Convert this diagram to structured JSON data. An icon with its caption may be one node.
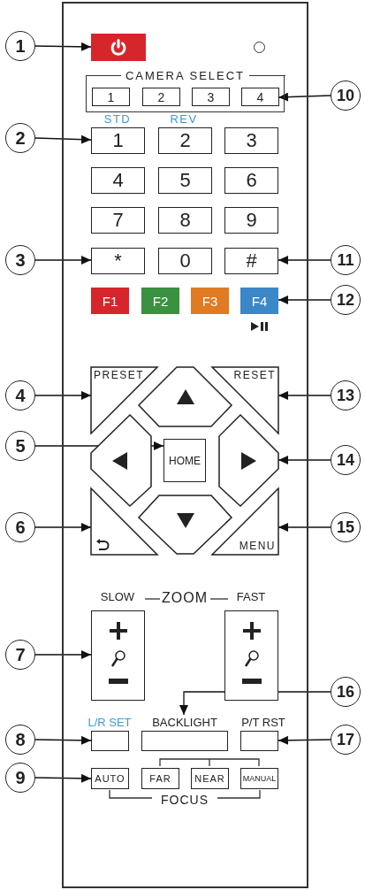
{
  "diagram": {
    "nodes": [
      {
        "text": [
          "1"
        ]
      },
      {
        "text": [
          "2"
        ]
      },
      {
        "text": [
          "3"
        ]
      },
      {
        "text": [
          "4"
        ]
      },
      {
        "text": [
          "5"
        ]
      },
      {
        "text": [
          "6"
        ]
      },
      {
        "text": [
          "7"
        ]
      },
      {
        "text": [
          "8"
        ]
      },
      {
        "text": [
          "9"
        ]
      },
      {
        "text": [
          "10"
        ]
      },
      {
        "text": [
          "11"
        ]
      },
      {
        "text": [
          "12"
        ]
      },
      {
        "text": [
          "13"
        ]
      },
      {
        "text": [
          "14"
        ]
      },
      {
        "text": [
          "15"
        ]
      },
      {
        "text": [
          "16"
        ]
      },
      {
        "text": [
          "17"
        ]
      },
      {
        "text": [],
        "shape": "box"
      },
      {
        "text": [
          "CAMERA SELECT"
        ]
      },
      {
        "text": [
          "1"
        ],
        "in": 18
      },
      {
        "text": [
          "2"
        ],
        "in": 18
      },
      {
        "text": [
          "3"
        ],
        "in": 18
      },
      {
        "text": [
          "4"
        ],
        "in": 18
      },
      {
        "text": [
          "1"
        ],
        "beside": [
          "STD"
        ]
      },
      {
        "text": [
          "2"
        ],
        "beside": [
          "REV"
        ]
      },
      {
        "text": [
          "3"
        ]
      },
      {
        "text": [
          "4"
        ]
      },
      {
        "text": [
          "5"
        ]
      },
      {
        "text": [
          "6"
        ]
      },
      {
        "text": [
          "7"
        ]
      },
      {
        "text": [
          "8"
        ]
      },
      {
        "text": [
          "9"
        ]
      },
      {
        "text": [
          "*"
        ]
      },
      {
        "text": [
          "0"
        ]
      },
      {
        "text": [
          "#"
        ]
      },
      {
        "text": [
          "F1"
        ]
      },
      {
        "text": [
          "F2"
        ]
      },
      {
        "text": [
          "F3"
        ]
      },
      {
        "text": [
          "F4"
        ]
      },
      {
        "text": [
          "PRESET"
        ]
      },
      {
        "text": [],
        "shape": "hexagon"
      },
      {
        "text": [
          "RESET"
        ]
      },
      {
        "text": [],
        "shape": "hexagon"
      },
      {
        "text": [
          "HOME"
        ]
      },
      {
        "text": [],
        "shape": "hexagon"
      },
      {
        "text": [],
        "shape": "triangle"
      },
      {
        "text": [],
        "shape": "hexagon"
      },
      {
        "text": [
          "MENU"
        ]
      },
      {
        "text": [],
        "shape": "box",
        "beside": [
          "SLOW"
        ]
      },
      {
        "text": [],
        "shape": "box",
        "beside": [
          "FAST"
        ]
      },
      {
        "text": [],
        "shape": "box",
        "beside": [
          "L/R SET"
        ]
      },
      {
        "text": [],
        "shape": "box",
        "beside": [
          "BACKLIGHT"
        ]
      },
      {
        "text": [],
        "shape": "box",
        "beside": [
          "P/T RST"
        ]
      },
      {
        "text": [
          "AUTO"
        ]
      },
      {
        "text": [
          "FAR"
        ]
      },
      {
        "text": [
          "NEAR"
        ]
      },
      {
        "text": [
          "MANUAL"
        ]
      }
    ],
    "edges": [
      {
        "from": 0,
        "to": 17,
        "arrow": "to"
      },
      {
        "from": 1,
        "to": 23,
        "arrow": "to"
      },
      {
        "from": 2,
        "to": 32,
        "arrow": "to"
      },
      {
        "from": 3,
        "to": 39,
        "arrow": "to"
      },
      {
        "from": 4,
        "to": 43,
        "arrow": "to"
      },
      {
        "from": 5,
        "to": 45,
        "arrow": "to"
      },
      {
        "from": 6,
        "to": 48,
        "arrow": "to"
      },
      {
        "from": 7,
        "to": 50,
        "arrow": "to"
      },
      {
        "from": 8,
        "to": 53,
        "arrow": "to"
      },
      {
        "from": 9,
        "to": 22,
        "arrow": "to"
      },
      {
        "from": 10,
        "to": 34,
        "arrow": "to"
      },
      {
        "from": 11,
        "to": 38,
        "arrow": "to"
      },
      {
        "from": 12,
        "to": 41,
        "arrow": "to"
      },
      {
        "from": 13,
        "to": 44,
        "arrow": "to"
      },
      {
        "from": 14,
        "to": 47,
        "arrow": "to"
      },
      {
        "from": 15,
        "to": 51,
        "arrow": "to"
      },
      {
        "from": 16,
        "to": 52,
        "arrow": "to"
      }
    ],
    "labels": [
      "ZOOM",
      "FOCUS"
    ]
  }
}
